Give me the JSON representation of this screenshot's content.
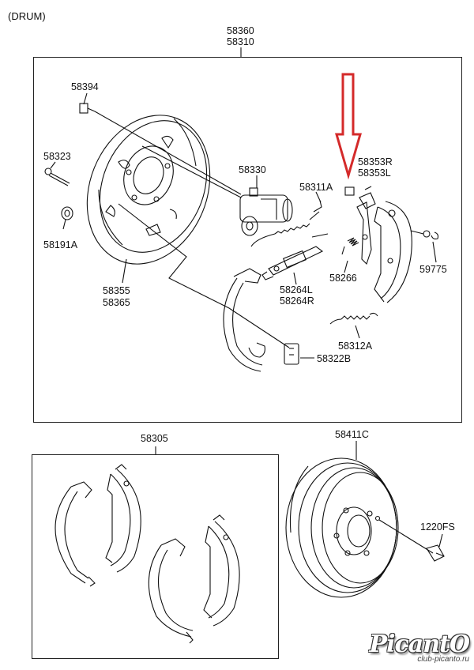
{
  "header": {
    "variant": "(DRUM)"
  },
  "assembly_top": {
    "part_numbers": [
      "58360",
      "58310"
    ]
  },
  "parts": {
    "bolt": "58394",
    "pin": "58323",
    "grommet": "58191A",
    "backing_plate": [
      "58355",
      "58365"
    ],
    "wheel_cylinder": "58330",
    "adjuster_spring": "58311A",
    "lever": [
      "58353R",
      "58353L"
    ],
    "clip": "59775",
    "adjuster": [
      "58264L",
      "58264R"
    ],
    "spring_small": "58266",
    "return_spring": "58312A",
    "parking_lever": "58322B"
  },
  "shoe_kit": {
    "part_number": "58305"
  },
  "drum": {
    "part_number": "58411C",
    "screw": "1220FS"
  },
  "watermark": {
    "brand": "PicantO",
    "site": "club-picanto.ru"
  },
  "highlight": {
    "color": "#d42a2a",
    "target": "58353R"
  }
}
